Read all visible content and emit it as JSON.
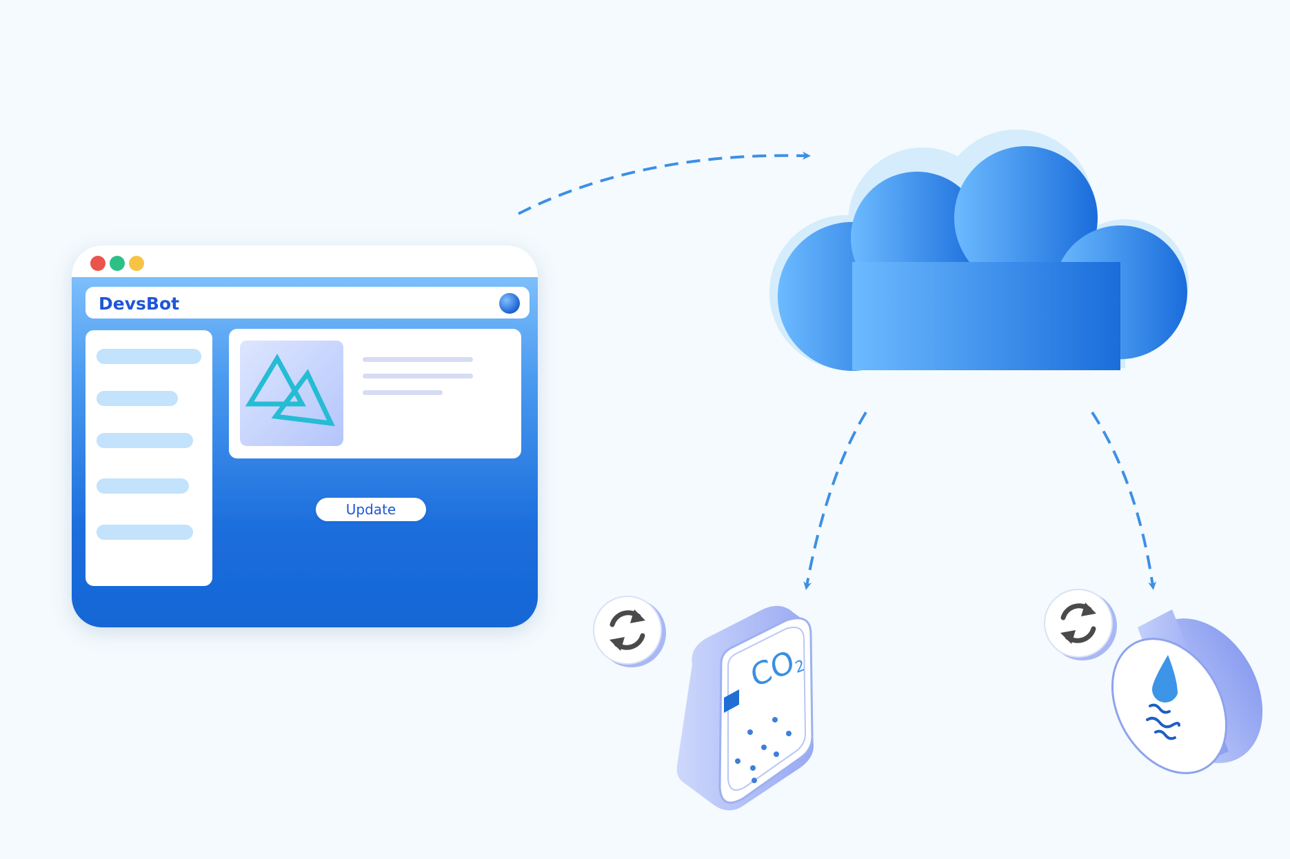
{
  "app_window": {
    "title": "DevsBot",
    "update_button_label": "Update",
    "traffic_lights": [
      "#e9544b",
      "#2ebf86",
      "#f6c343"
    ]
  },
  "sensors": {
    "co2_label": "CO",
    "co2_subscript": "2"
  },
  "colors": {
    "background": "#f4fafd",
    "primary_blue": "#1b6ddc",
    "light_blue": "#6ab6f8",
    "arrow_blue": "#3d8fe4",
    "accent_cyan": "#25bcd4",
    "device_lavender": "#a9b8f5"
  },
  "icons": [
    "app-logo-icon",
    "cloud-icon",
    "sync-icon",
    "co2-sensor-icon",
    "water-sensor-icon",
    "water-drop-icon"
  ]
}
